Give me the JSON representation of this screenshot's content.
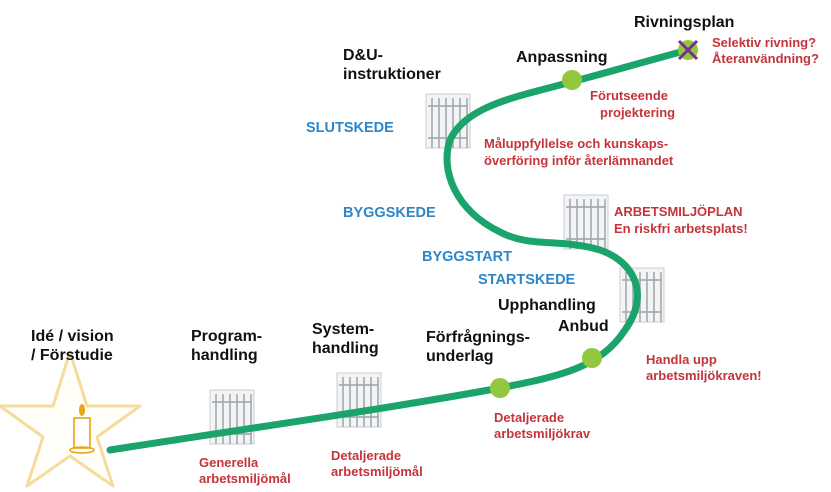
{
  "colors": {
    "path": "#1aa36a",
    "milestone": "#92c83e",
    "phase_text": "#111111",
    "stage_text": "#2e86c8",
    "note_text": "#c4343a",
    "star_outline": "#f5dc9c",
    "candle": "#e8a317"
  },
  "icons": {
    "start": "candle-in-star-icon",
    "gate": "gate-fence-icon",
    "end": "x-cross-icon"
  },
  "phases": {
    "ide": [
      "Idé / vision",
      "/ Förstudie"
    ],
    "program": [
      "Program-",
      "handling"
    ],
    "system": [
      "System-",
      "handling"
    ],
    "forfragning": [
      "Förfrågnings-",
      "underlag"
    ],
    "upphandling": [
      "Upphandling",
      "Anbud"
    ],
    "du": [
      "D&U-",
      "instruktioner"
    ],
    "anpassning": "Anpassning",
    "rivning": "Rivningsplan"
  },
  "stages": {
    "startskede": "STARTSKEDE",
    "byggstart": "BYGGSTART",
    "byggskede": "BYGGSKEDE",
    "slutskede": "SLUTSKEDE"
  },
  "notes": {
    "generella": [
      "Generella",
      "arbetsmiljömål"
    ],
    "detaljerade_mal": [
      "Detaljerade",
      "arbetsmiljömål"
    ],
    "detaljerade_krav": [
      "Detaljerade",
      "arbetsmiljökrav"
    ],
    "handla": [
      "Handla upp",
      "arbetsmiljökraven!"
    ],
    "amplan": [
      "ARBETSMILJÖPLAN",
      "En riskfri arbetsplats!"
    ],
    "maluppfyllelse": [
      "Måluppfyllelse och kunskaps-",
      "överföring inför återlämnandet"
    ],
    "forutseende": [
      "Förutseende",
      "projektering"
    ],
    "selektiv": [
      "Selektiv rivning?",
      "Återanvändning?"
    ]
  }
}
